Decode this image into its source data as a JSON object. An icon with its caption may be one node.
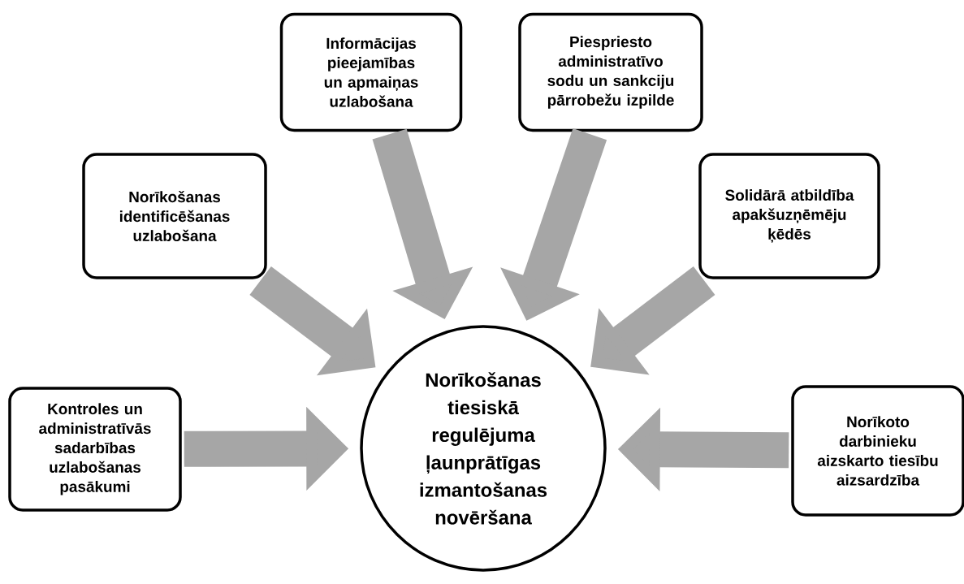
{
  "diagram": {
    "nodes": [
      {
        "text": [
          "Informācijas pieejamības un apmaiņas uzlabošana"
        ]
      },
      {
        "text": [
          "Piespriesto administratīvo sodu un sankciju pārrobežu izpilde"
        ]
      },
      {
        "text": [
          "Norīkošanas identificēšanas uzlabošana"
        ]
      },
      {
        "text": [
          "Solidārā atbildība apakšuzņēmēju ķēdēs"
        ]
      },
      {
        "text": [
          "Kontroles un administratīvās sadarbības uzlabošanas pasākumi"
        ]
      },
      {
        "text": [
          "Norīkošanas tiesiskā regulējuma ļaunprātīgas izmantošanas novēršana"
        ]
      },
      {
        "text": [
          "Norīkoto darbinieku aizskarto tiesību aizsardzība"
        ]
      }
    ],
    "edges": [
      {
        "from": 0,
        "to": 5,
        "arrow": "to"
      },
      {
        "from": 1,
        "to": 5,
        "arrow": "to"
      },
      {
        "from": 2,
        "to": 5,
        "arrow": "to"
      },
      {
        "from": 3,
        "to": 5,
        "arrow": "to"
      },
      {
        "from": 4,
        "to": 5,
        "arrow": "to"
      },
      {
        "from": 6,
        "to": 5,
        "arrow": "to"
      }
    ]
  }
}
